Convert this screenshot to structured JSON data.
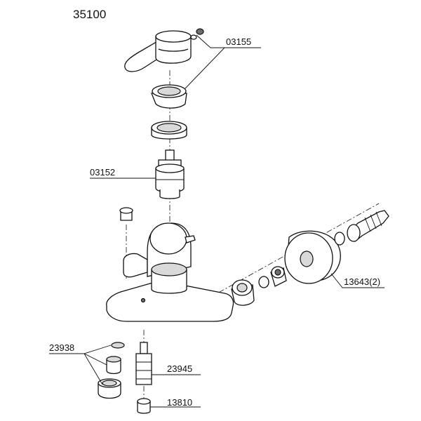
{
  "diagram": {
    "model_number": "35100",
    "callouts": {
      "handle_screws": "03155",
      "cartridge": "03152",
      "wall_connectors": "13643(2)",
      "aerator_set": "23938",
      "diverter": "23945",
      "diverter_cap": "13810"
    }
  }
}
